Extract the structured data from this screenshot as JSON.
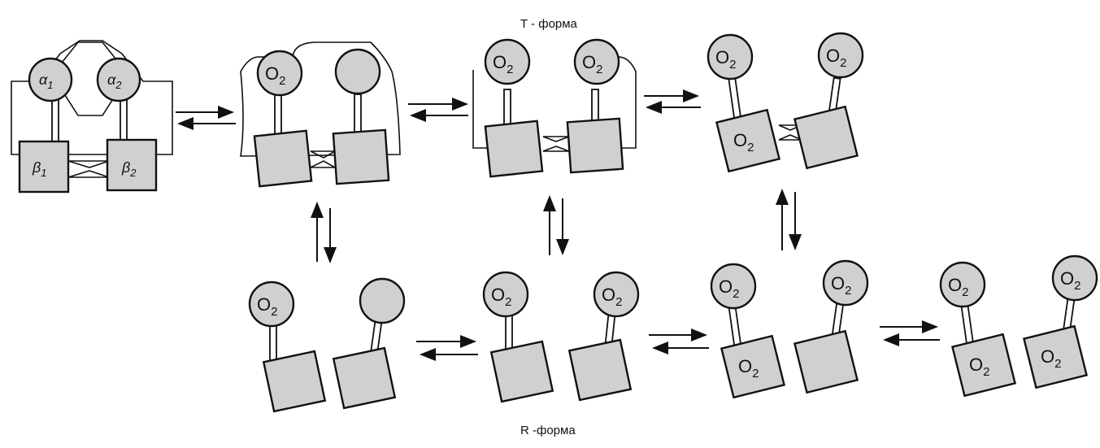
{
  "diagram": {
    "t_form_label": "T - форма",
    "r_form_label": "R -форма",
    "subunit_labels": {
      "alpha1": "α",
      "alpha1_sub": "1",
      "alpha2": "α",
      "alpha2_sub": "2",
      "beta1": "β",
      "beta1_sub": "1",
      "beta2": "β",
      "beta2_sub": "2"
    },
    "oxygen": "O",
    "oxygen_sub": "2",
    "colors": {
      "subunit_fill": "#d0d0d0",
      "stroke": "#111111",
      "background": "#ffffff"
    }
  }
}
